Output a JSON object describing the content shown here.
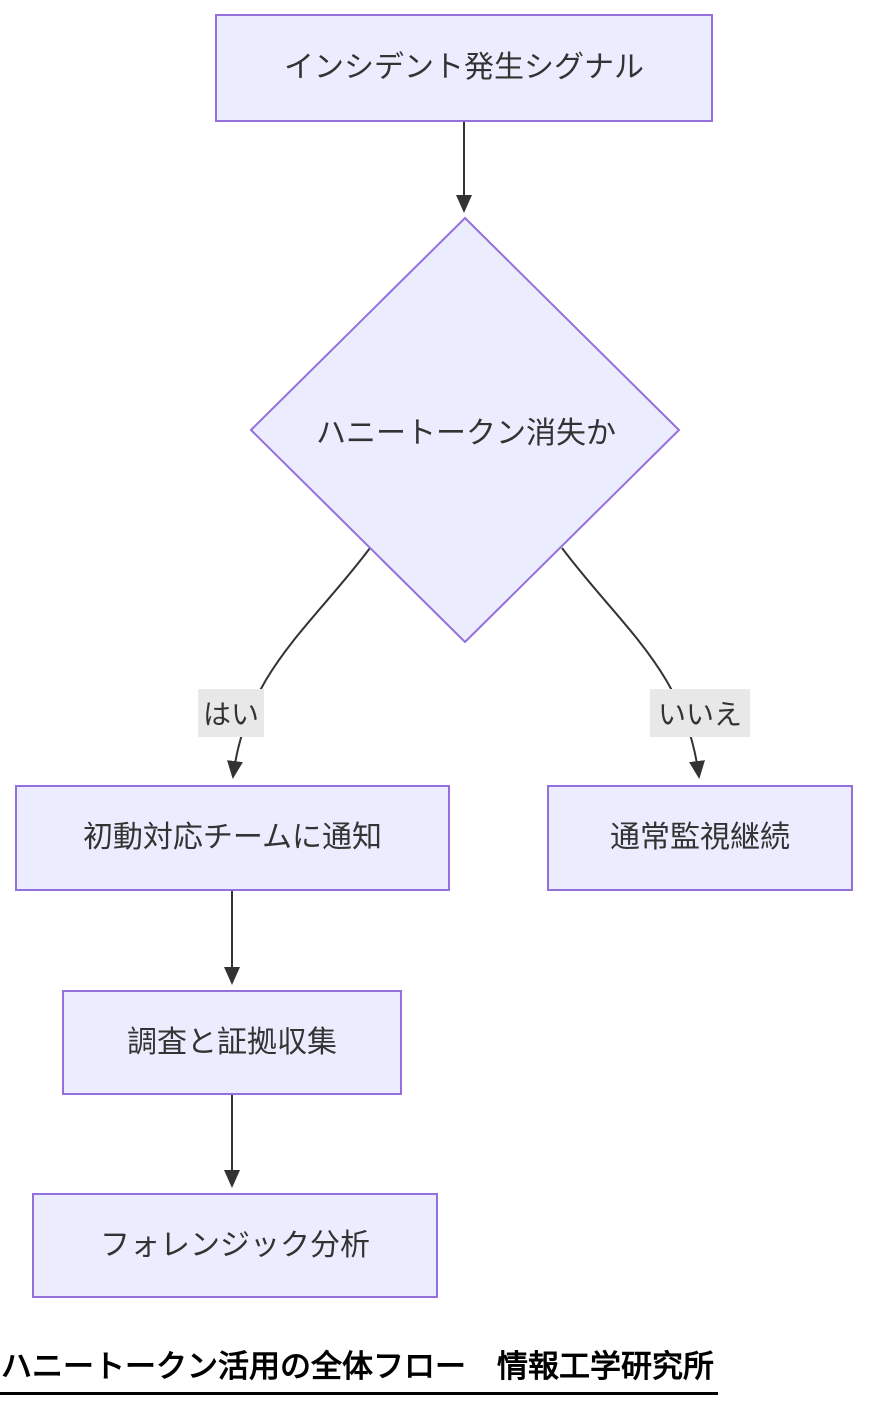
{
  "diagram": {
    "type": "flowchart",
    "nodes": {
      "start": {
        "label": "インシデント発生シグナル",
        "shape": "rect"
      },
      "decision": {
        "label": "ハニートークン消失か",
        "shape": "diamond"
      },
      "notify": {
        "label": "初動対応チームに通知",
        "shape": "rect"
      },
      "monitor": {
        "label": "通常監視継続",
        "shape": "rect"
      },
      "investigate": {
        "label": "調査と証拠収集",
        "shape": "rect"
      },
      "forensic": {
        "label": "フォレンジック分析",
        "shape": "rect"
      }
    },
    "edges": {
      "start_to_decision": {
        "from": "start",
        "to": "decision",
        "label": ""
      },
      "decision_to_notify": {
        "from": "decision",
        "to": "notify",
        "label": "はい"
      },
      "decision_to_monitor": {
        "from": "decision",
        "to": "monitor",
        "label": "いいえ"
      },
      "notify_to_investigate": {
        "from": "notify",
        "to": "investigate",
        "label": ""
      },
      "investigate_to_forensic": {
        "from": "investigate",
        "to": "forensic",
        "label": ""
      }
    },
    "caption": "ハニートークン活用の全体フロー　情報工学研究所",
    "colors": {
      "node_fill": "#ECECFF",
      "node_border": "#9370DB",
      "edge": "#333333",
      "edge_label_bg": "#e8e8e8",
      "text": "#333333",
      "caption_text": "#000000",
      "bg": "#ffffff"
    }
  }
}
